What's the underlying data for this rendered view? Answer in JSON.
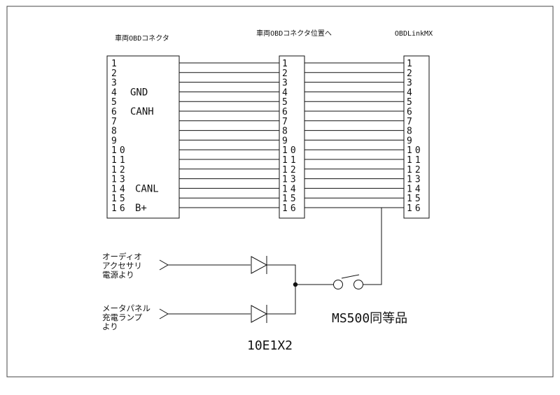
{
  "headers": {
    "left": "車両OBDコネクタ",
    "middle": "車両OBDコネクタ位置へ",
    "right": "OBDLinkMX"
  },
  "pins": [
    "1",
    "2",
    "3",
    "4",
    "5",
    "6",
    "7",
    "8",
    "9",
    "10",
    "11",
    "12",
    "13",
    "14",
    "15",
    "16"
  ],
  "left_signals": [
    {
      "pin": 4,
      "label": "GND"
    },
    {
      "pin": 6,
      "label": "CANH"
    },
    {
      "pin": 14,
      "label": "CANL"
    },
    {
      "pin": 16,
      "label": "B+"
    }
  ],
  "sources": {
    "accessory": [
      "オーディオ",
      "アクセサリ",
      "電源より"
    ],
    "meter": [
      "メータパネル",
      "充電ランプ",
      "より"
    ]
  },
  "diode_label": "10E1X2",
  "switch_label": "MS500同等品"
}
